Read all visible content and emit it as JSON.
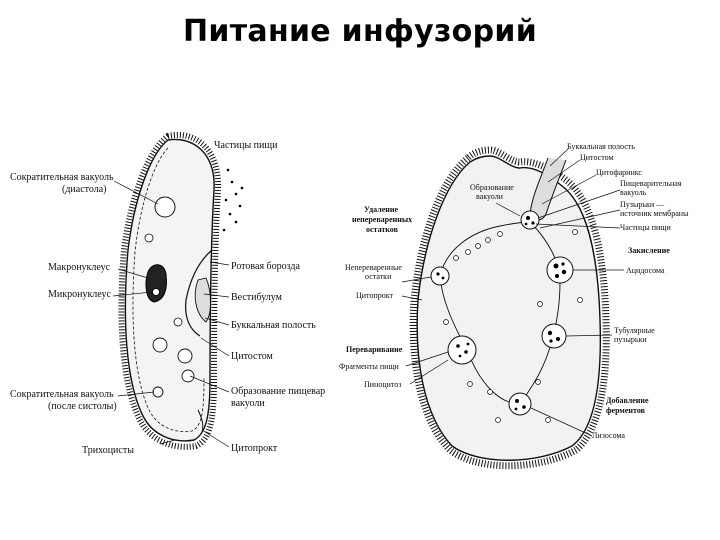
{
  "title": "Питание инфузорий",
  "left_labels": {
    "food_particles": "Частицы пищи",
    "contractile_diastole_1": "Сократительная вакуоль",
    "contractile_diastole_2": "(диастола)",
    "macronucleus": "Макронуклеус",
    "micronucleus": "Микронуклеус",
    "oral_groove": "Ротовая борозда",
    "vestibulum": "Вестибулум",
    "buccal_cavity": "Буккальная полость",
    "cytostome": "Цитостом",
    "contractile_systole_1": "Сократительная вакуоль",
    "contractile_systole_2": "(после систолы)",
    "food_vacuole_forming_1": "Образование пищевар",
    "food_vacuole_forming_2": "вакуоли",
    "trichocysts": "Трихоцисты",
    "cytoproct": "Цитопрокт"
  },
  "right_labels": {
    "buccal_cavity": "Буккальная полость",
    "cytostome": "Цитостом",
    "cytopharynx": "Цитофаринкс",
    "digestive_vacuole_1": "Пищеварительная",
    "digestive_vacuole_2": "вакуоль",
    "vesicles_1": "Пузырьки —",
    "vesicles_2": "источник мембраны",
    "food_particles": "Частицы пищи",
    "acidification": "Закисление",
    "acidosome": "Ацидосома",
    "tubular_1": "Тубулярные",
    "tubular_2": "пузырьки",
    "enzymes_1": "Добавление",
    "enzymes_2": "ферментов",
    "lysosome": "Лизосома",
    "forming_1": "Образование",
    "forming_2": "вакуоли",
    "removal_1": "Удаление",
    "removal_2": "непереваренных",
    "removal_3": "остатков",
    "undigested_1": "Непереваренные",
    "undigested_2": "остатки",
    "cytoproct": "Цитопрокт",
    "digestion": "Переваривание",
    "fragments": "Фрагменты пищи",
    "pinocytosis": "Пиноцитоз"
  }
}
